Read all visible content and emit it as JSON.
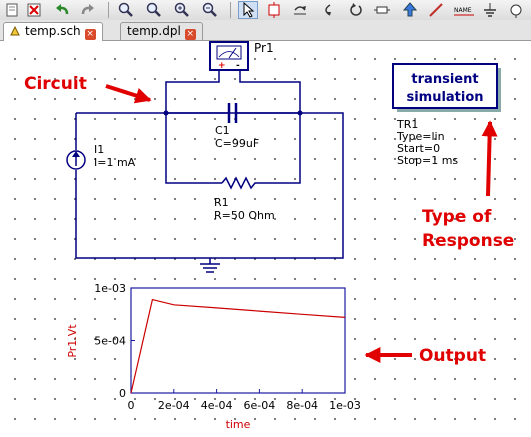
{
  "tabs": [
    {
      "label": "temp.sch",
      "active": true
    },
    {
      "label": "temp.dpl",
      "active": false
    }
  ],
  "toolbar_icons": [
    "document-icon",
    "close-file-icon",
    "undo-icon",
    "redo-icon",
    "zoom-fit-icon",
    "zoom-icon",
    "zoom-in-icon",
    "zoom-out-icon",
    "select-pointer-icon",
    "component-icon",
    "mirror-x-icon",
    "mirror-y-icon",
    "rotate-icon",
    "activate-icon",
    "move-text-icon",
    "wire-icon",
    "name-icon",
    "ground-icon",
    "port-icon"
  ],
  "toolbar_name_label": "NAME",
  "schematic": {
    "probe": {
      "name": "Pr1",
      "plus": "+",
      "minus": "-"
    },
    "capacitor": {
      "name": "C1",
      "value": "C=99uF"
    },
    "resistor": {
      "name": "R1",
      "value": "R=50 Ohm"
    },
    "source": {
      "name": "I1",
      "value": "I=1 mA"
    },
    "sim_block": {
      "line1": "transient",
      "line2": "simulation"
    },
    "sim_params": {
      "name": "TR1",
      "type": "Type=lin",
      "start": "Start=0",
      "stop": "Stop=1 ms"
    }
  },
  "annotations": {
    "circuit": "Circuit",
    "type_of_line1": "Type of",
    "type_of_line2": "Response",
    "output": "Output"
  },
  "colors": {
    "annotation": "#e00000",
    "component": "#000080",
    "wire": "#000080",
    "graph_border": "#1a1aa0",
    "graph_line": "#cc0000"
  },
  "chart_data": {
    "type": "line",
    "ylabel": "Pr1.Vt",
    "xlabel": "time",
    "xlim": [
      0,
      0.001
    ],
    "ylim": [
      0,
      0.001
    ],
    "x_ticks": [
      "0",
      "2e-04",
      "4e-04",
      "6e-04",
      "8e-04",
      "1e-03"
    ],
    "y_ticks": [
      "0",
      "5e-04",
      "1e-03"
    ],
    "series": [
      {
        "x": [
          0,
          0.0001,
          0.0002,
          0.0004,
          0.0006,
          0.0008,
          0.001
        ],
        "y": [
          0,
          0.00089,
          0.00084,
          0.00081,
          0.00078,
          0.00075,
          0.00072
        ]
      }
    ]
  }
}
